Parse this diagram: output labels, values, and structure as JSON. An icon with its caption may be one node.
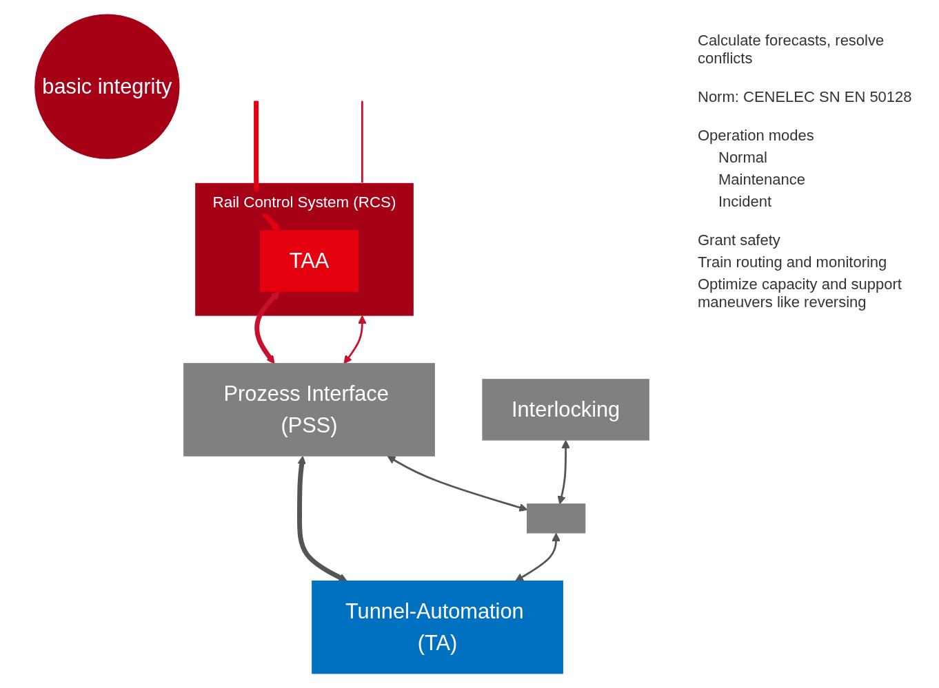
{
  "diagram": {
    "nodes": [
      {
        "text": [
          "Rail Control System (RCS)"
        ]
      },
      {
        "text": [
          "TAA"
        ],
        "in": 0
      },
      {
        "text": [
          "basic integrity"
        ]
      },
      {
        "text": [
          "Prozess Interface (PSS)"
        ]
      },
      {
        "text": [
          "Interlocking"
        ]
      },
      {
        "text": [],
        "shape": "box"
      },
      {
        "text": [
          "Tunnel-Automation (TA)"
        ]
      }
    ],
    "edges": [
      {
        "from": null,
        "to": 0,
        "arrow": "none",
        "color": "#c8102e"
      },
      {
        "from": null,
        "to": 1,
        "arrow": "to",
        "style": "thick",
        "color": "#e5000f"
      },
      {
        "from": 0,
        "to": 3,
        "arrow": "both",
        "color": "#c8102e"
      },
      {
        "from": 1,
        "to": 3,
        "arrow": "both",
        "style": "thick",
        "color": "#c8102e"
      },
      {
        "from": 3,
        "to": 5,
        "arrow": "both"
      },
      {
        "from": 3,
        "to": 6,
        "arrow": "both",
        "style": "thick"
      },
      {
        "from": 4,
        "to": 5,
        "arrow": "both"
      },
      {
        "from": 5,
        "to": 6,
        "arrow": "both"
      }
    ],
    "labels": [
      "Calculate forecasts, resolve conflicts",
      "Norm: CENELEC SN EN 50128",
      "Operation modes",
      "Normal",
      "Maintenance",
      "Incident",
      "Grant safety",
      "Train routing and monitoring",
      "Optimize capacity and support maneuvers like reversing"
    ]
  }
}
